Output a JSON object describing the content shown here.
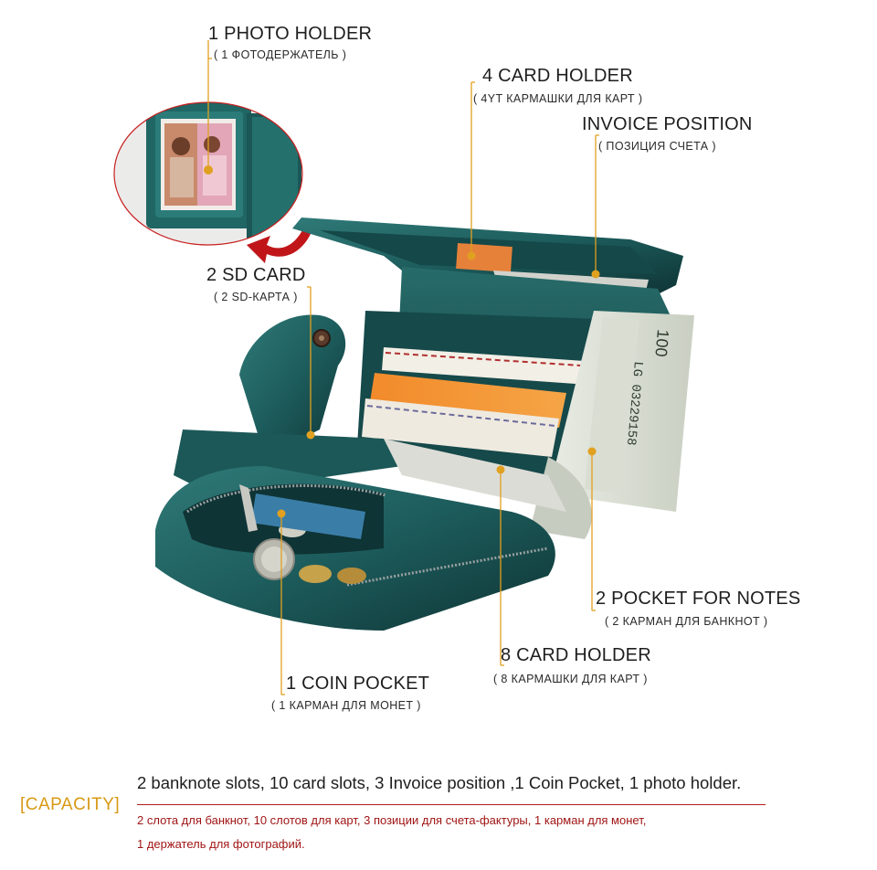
{
  "labels": {
    "photo_holder": {
      "title": "1 PHOTO HOLDER",
      "sub": "( 1 ФОТОДЕРЖАТЕЛЬ )"
    },
    "card_holder_4": {
      "title": "4 CARD HOLDER",
      "sub": "( 4YT КАРМАШКИ ДЛЯ КАРТ )"
    },
    "invoice": {
      "title": "INVOICE POSITION",
      "sub": "( ПОЗИЦИЯ СЧЕТА )"
    },
    "sd_card": {
      "title": "2 SD CARD",
      "sub": "( 2 SD-КАРТА )"
    },
    "pocket_notes": {
      "title": "2 POCKET FOR NOTES",
      "sub": "( 2 КАРМАН ДЛЯ БАНКНОТ )"
    },
    "card_holder_8": {
      "title": "8 CARD HOLDER",
      "sub": "( 8 КАРМАШКИ ДЛЯ КАРТ )"
    },
    "coin_pocket": {
      "title": "1 COIN POCKET",
      "sub": "( 1 КАРМАН ДЛЯ МОНЕТ )"
    }
  },
  "banknote": {
    "serial": "LG 03229158",
    "denomination": "100"
  },
  "capacity": {
    "tag": "[CAPACITY]",
    "english": "2 banknote slots, 10 card slots, 3 Invoice position ,1 Coin Pocket, 1 photo holder.",
    "russian_line1": "2 слота для банкнот, 10 слотов для карт, 3 позиции для счета-фактуры, 1 карман для монет,",
    "russian_line2": "1 держатель для фотографий."
  },
  "colors": {
    "leather": "#1d5c5c",
    "leather_dark": "#123d3e",
    "leather_light": "#2f7a78",
    "pointer": "#e0a020",
    "arrow": "#c0161a",
    "circle": "#c81e1e",
    "capacity_tag": "#d79a14",
    "russian_text": "#a01515"
  }
}
